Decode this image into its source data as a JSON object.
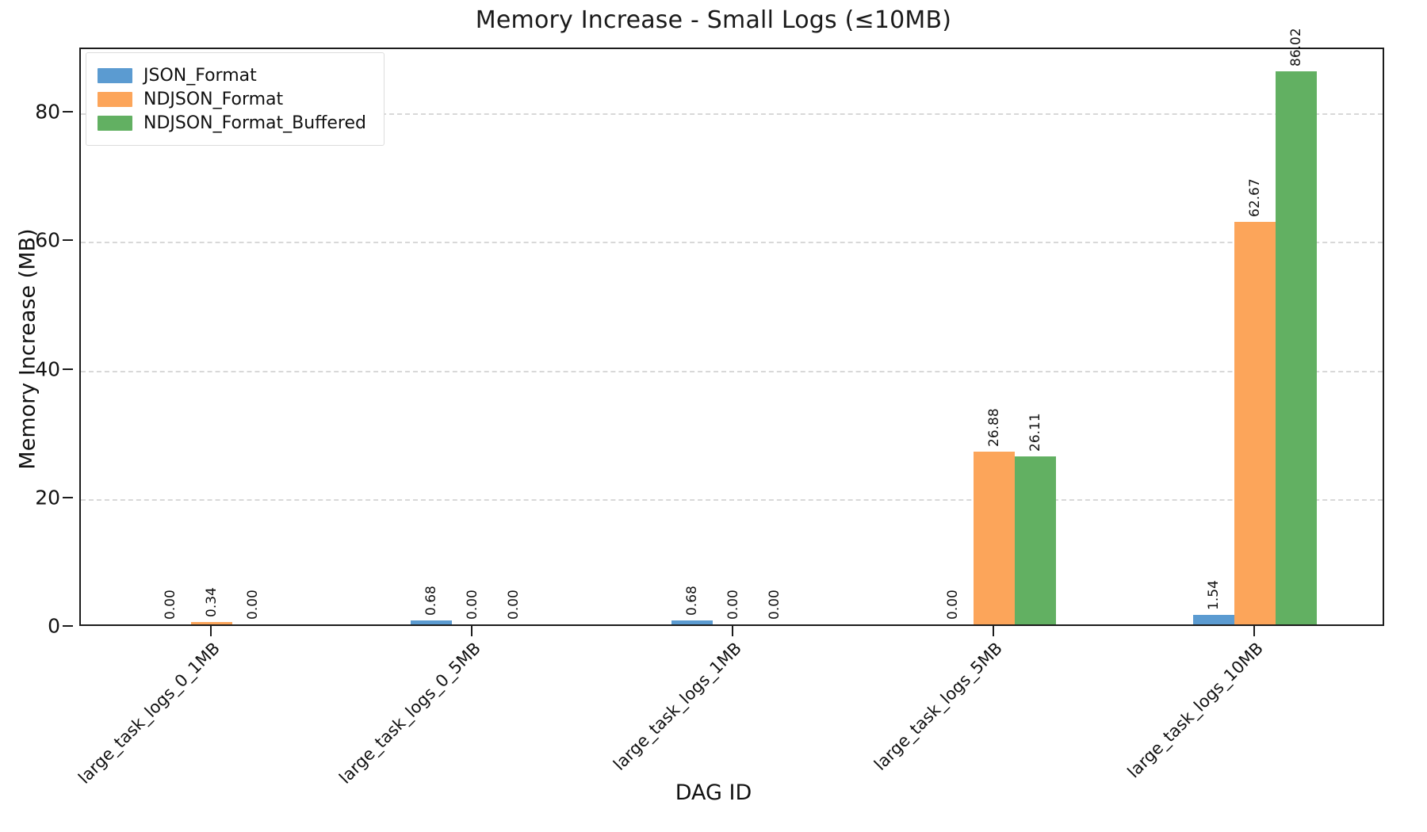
{
  "chart_data": {
    "type": "bar",
    "title": "Memory Increase - Small Logs (≤10MB)",
    "xlabel": "DAG ID",
    "ylabel": "Memory Increase (MB)",
    "ylim": [
      0,
      90
    ],
    "yticks": [
      0,
      20,
      40,
      60,
      80
    ],
    "ytick_labels": [
      "0",
      "20",
      "40",
      "60",
      "80"
    ],
    "grid": true,
    "grid_axis": "y",
    "legend_position": "upper left",
    "bar_label_format": "0.00",
    "bar_label_rotation": 90,
    "xtick_rotation": 45,
    "categories": [
      "large_task_logs_0_1MB",
      "large_task_logs_0_5MB",
      "large_task_logs_1MB",
      "large_task_logs_5MB",
      "large_task_logs_10MB"
    ],
    "series": [
      {
        "name": "JSON_Format",
        "color": "#5b9bd1",
        "values": [
          0.0,
          0.68,
          0.68,
          0.0,
          1.54
        ],
        "labels": [
          "0.00",
          "0.68",
          "0.68",
          "0.00",
          "1.54"
        ]
      },
      {
        "name": "NDJSON_Format",
        "color": "#fca55a",
        "values": [
          0.34,
          0.0,
          0.0,
          26.88,
          62.67
        ],
        "labels": [
          "0.34",
          "0.00",
          "0.00",
          "26.88",
          "62.67"
        ]
      },
      {
        "name": "NDJSON_Format_Buffered",
        "color": "#62b062",
        "values": [
          0.0,
          0.0,
          0.0,
          26.11,
          86.02
        ],
        "labels": [
          "0.00",
          "0.00",
          "0.00",
          "26.11",
          "86.02"
        ]
      }
    ]
  }
}
